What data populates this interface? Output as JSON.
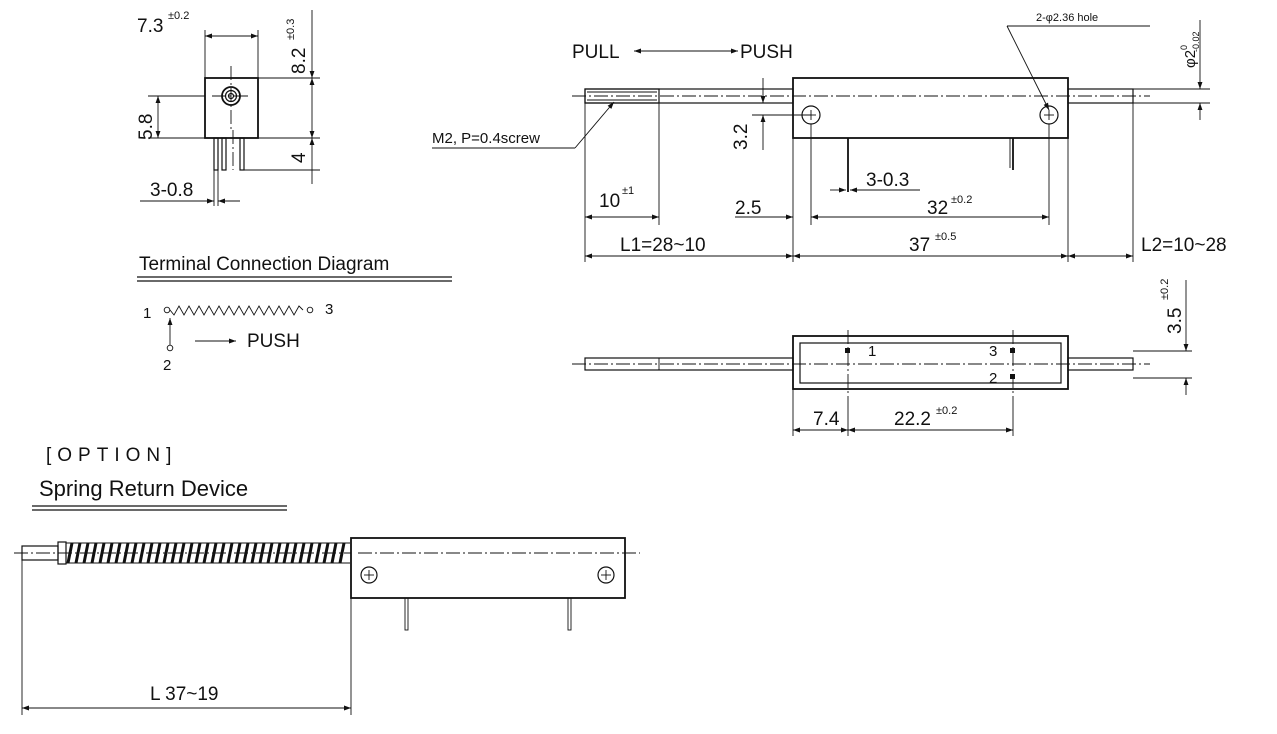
{
  "front_view": {
    "width_label": "7.3",
    "width_tol": "±0.2",
    "height_label": "8.2",
    "height_tol": "±0.3",
    "center_label": "5.8",
    "pin_length_label": "4",
    "pin_label": "3-0.8"
  },
  "terminal_diagram": {
    "title": "Terminal Connection Diagram",
    "pin1": "1",
    "pin2": "2",
    "pin3": "3",
    "push_label": "PUSH"
  },
  "top_view": {
    "pull_label": "PULL",
    "push_label": "PUSH",
    "hole_label": "2-φ2.36  hole",
    "shaft_dia_label": "φ2",
    "shaft_dia_tol_upper": "0",
    "shaft_dia_tol_lower": "-0.02",
    "screw_label": "M2, P=0.4screw",
    "hole_offset_label": "3.2",
    "terminal_label": "3-0.3",
    "thread_len_label": "10",
    "thread_len_tol": "±1",
    "offset_label": "2.5",
    "pitch_label": "32",
    "pitch_tol": "±0.2",
    "l1_label": "L1=28~10",
    "body_len_label": "37",
    "body_len_tol": "±0.5",
    "l2_label": "L2=10~28"
  },
  "bottom_view": {
    "height_label": "3.5",
    "height_tol": "±0.2",
    "pin1": "1",
    "pin2": "2",
    "pin3": "3",
    "first_label": "7.4",
    "spacing_label": "22.2",
    "spacing_tol": "±0.2"
  },
  "option": {
    "tag": "[OPTION]",
    "title": "Spring Return Device",
    "length_label": "L   37~19"
  }
}
